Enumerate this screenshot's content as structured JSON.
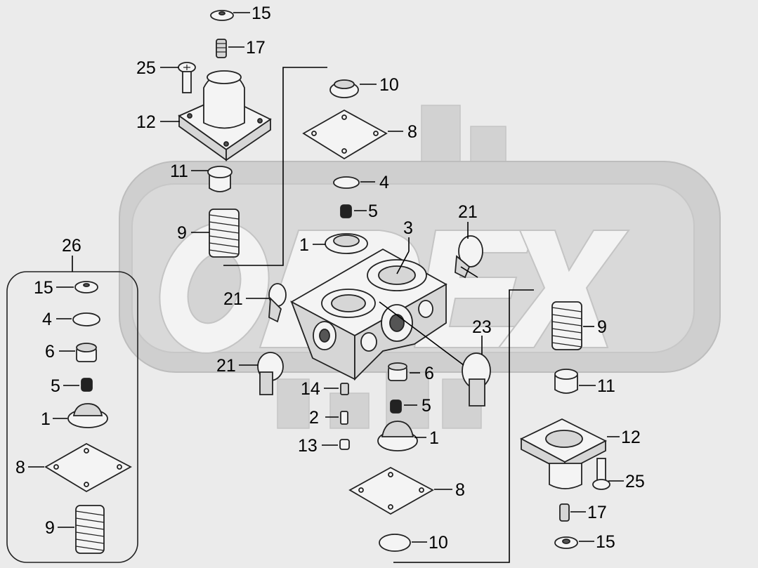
{
  "diagram": {
    "watermark_text": "ODEX",
    "kit_label": "26",
    "callouts": [
      {
        "id": "c15a",
        "text": "15"
      },
      {
        "id": "c17a",
        "text": "17"
      },
      {
        "id": "c25a",
        "text": "25"
      },
      {
        "id": "c12a",
        "text": "12"
      },
      {
        "id": "c11a",
        "text": "11"
      },
      {
        "id": "c9a",
        "text": "9"
      },
      {
        "id": "c10a",
        "text": "10"
      },
      {
        "id": "c8a",
        "text": "8"
      },
      {
        "id": "c4a",
        "text": "4"
      },
      {
        "id": "c5a",
        "text": "5"
      },
      {
        "id": "c21a",
        "text": "21"
      },
      {
        "id": "c3",
        "text": "3"
      },
      {
        "id": "c1a",
        "text": "1"
      },
      {
        "id": "c21b",
        "text": "21"
      },
      {
        "id": "c9b",
        "text": "9"
      },
      {
        "id": "c23",
        "text": "23"
      },
      {
        "id": "c21c",
        "text": "21"
      },
      {
        "id": "c6a",
        "text": "6"
      },
      {
        "id": "c14",
        "text": "14"
      },
      {
        "id": "c11b",
        "text": "11"
      },
      {
        "id": "c5b",
        "text": "5"
      },
      {
        "id": "c2",
        "text": "2"
      },
      {
        "id": "c13",
        "text": "13"
      },
      {
        "id": "c1b",
        "text": "1"
      },
      {
        "id": "c12b",
        "text": "12"
      },
      {
        "id": "c25b",
        "text": "25"
      },
      {
        "id": "c8b",
        "text": "8"
      },
      {
        "id": "c17b",
        "text": "17"
      },
      {
        "id": "c10b",
        "text": "10"
      },
      {
        "id": "c15b",
        "text": "15"
      },
      {
        "id": "c15k",
        "text": "15"
      },
      {
        "id": "c4k",
        "text": "4"
      },
      {
        "id": "c6k",
        "text": "6"
      },
      {
        "id": "c5k",
        "text": "5"
      },
      {
        "id": "c1k",
        "text": "1"
      },
      {
        "id": "c8k",
        "text": "8"
      },
      {
        "id": "c9k",
        "text": "9"
      }
    ]
  }
}
